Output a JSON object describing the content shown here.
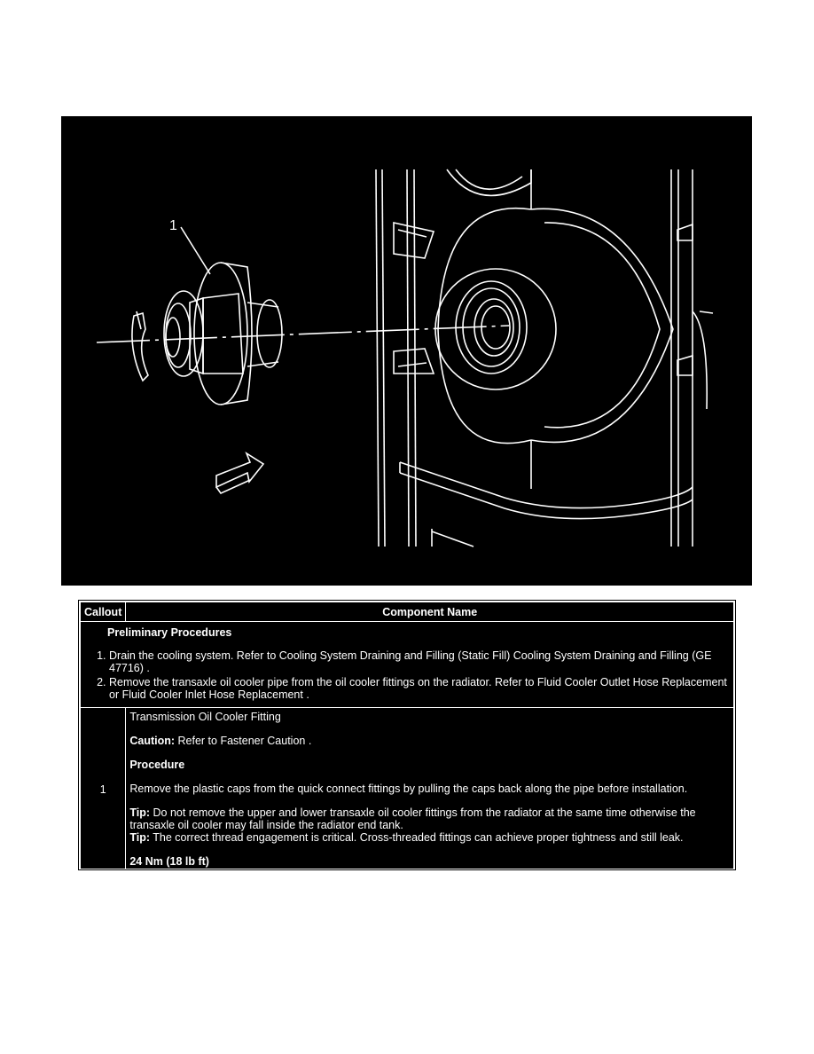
{
  "figure": {
    "callout_label": "1"
  },
  "table": {
    "headers": {
      "callout": "Callout",
      "component": "Component Name"
    },
    "preliminary": {
      "title": "Preliminary Procedures",
      "steps": [
        "Drain the cooling system. Refer to Cooling System Draining and Filling (Static Fill) Cooling System Draining and Filling (GE 47716) .",
        "Remove the transaxle oil cooler pipe from the oil cooler fittings on the radiator. Refer to Fluid Cooler Outlet Hose Replacement or Fluid Cooler Inlet Hose Replacement ."
      ]
    },
    "row1": {
      "callout": "1",
      "name": "Transmission Oil Cooler Fitting",
      "caution_label": "Caution:",
      "caution_text": " Refer to Fastener Caution .",
      "procedure_label": "Procedure",
      "procedure_text": "Remove the plastic caps from the quick connect fittings by pulling the caps back along the pipe before installation.",
      "tip1_label": "Tip:",
      "tip1_text": " Do not remove the upper and lower transaxle oil cooler fittings from the radiator at the same time otherwise the transaxle oil cooler may fall inside the radiator end tank.",
      "tip2_label": "Tip:",
      "tip2_text": " The correct thread engagement is critical. Cross-threaded fittings can achieve proper tightness and still leak.",
      "torque": "24 Nm (18 lb ft)"
    }
  }
}
